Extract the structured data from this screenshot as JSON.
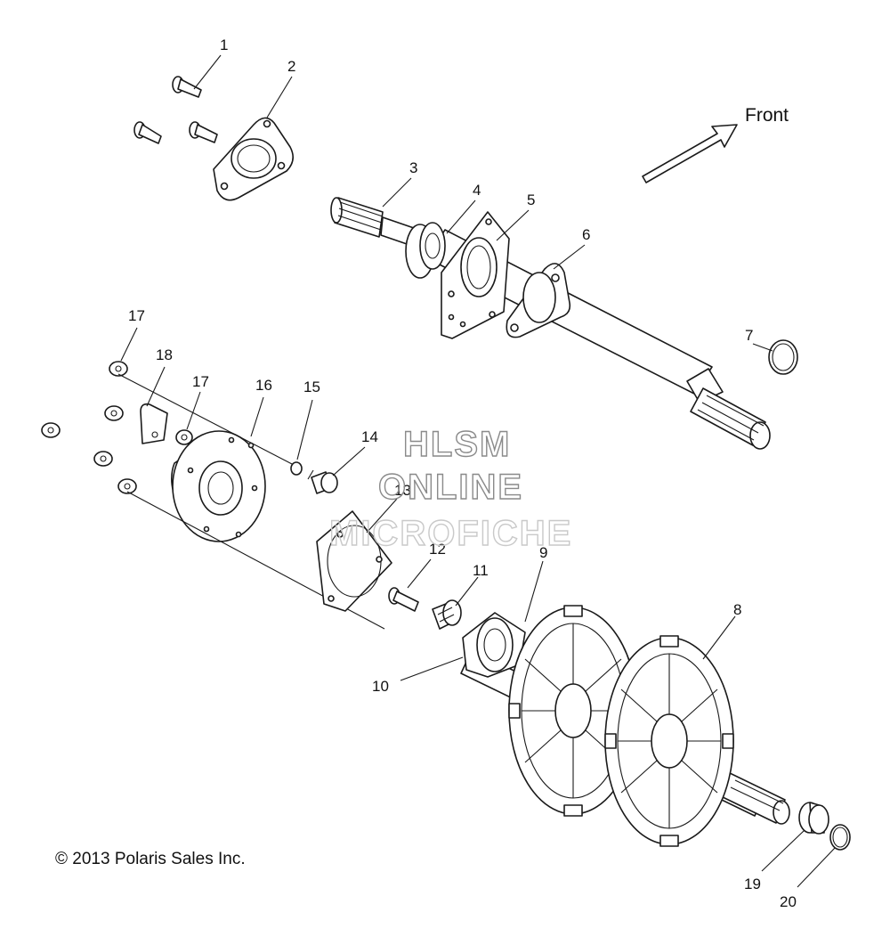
{
  "diagram": {
    "callouts": [
      {
        "id": "1",
        "label": "1"
      },
      {
        "id": "2",
        "label": "2"
      },
      {
        "id": "3",
        "label": "3"
      },
      {
        "id": "4",
        "label": "4"
      },
      {
        "id": "5",
        "label": "5"
      },
      {
        "id": "6",
        "label": "6"
      },
      {
        "id": "7",
        "label": "7"
      },
      {
        "id": "8",
        "label": "8"
      },
      {
        "id": "9",
        "label": "9"
      },
      {
        "id": "10",
        "label": "10"
      },
      {
        "id": "11",
        "label": "11"
      },
      {
        "id": "12",
        "label": "12"
      },
      {
        "id": "13",
        "label": "13"
      },
      {
        "id": "14",
        "label": "14"
      },
      {
        "id": "15",
        "label": "15"
      },
      {
        "id": "16",
        "label": "16"
      },
      {
        "id": "17a",
        "label": "17"
      },
      {
        "id": "17b",
        "label": "17"
      },
      {
        "id": "18",
        "label": "18"
      },
      {
        "id": "19",
        "label": "19"
      },
      {
        "id": "20",
        "label": "20"
      }
    ],
    "direction_label": "Front",
    "copyright": "© 2013 Polaris Sales Inc.",
    "watermark": {
      "line1": "HLSM",
      "line2": "ONLINE",
      "line3": "MICROFICHE"
    }
  },
  "colors": {
    "line": "#1a1a1a",
    "background": "#ffffff",
    "watermark": "#8a8a8a"
  }
}
